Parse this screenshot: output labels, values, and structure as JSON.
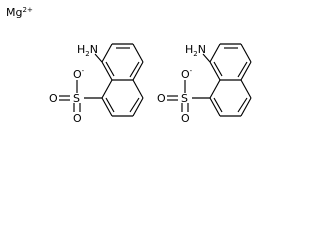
{
  "ion": {
    "element": "Mg",
    "charge": "2+"
  },
  "molecules": [
    {
      "amine": {
        "H": "H",
        "sub": "2",
        "N": "N"
      },
      "oxide": {
        "O": "O",
        "charge": "-"
      },
      "sulfur": "S",
      "oxo_left": "O",
      "oxo_bottom": "O"
    },
    {
      "amine": {
        "H": "H",
        "sub": "2",
        "N": "N"
      },
      "oxide": {
        "O": "O",
        "charge": "-"
      },
      "sulfur": "S",
      "oxo_left": "O",
      "oxo_bottom": "O"
    }
  ]
}
